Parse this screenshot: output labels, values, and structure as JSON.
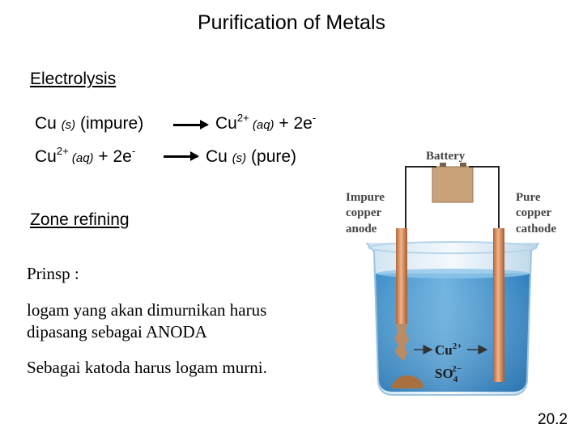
{
  "title": "Purification of Metals",
  "electrolysis": {
    "heading": "Electrolysis",
    "eq1": {
      "left_main": "Cu ",
      "left_state": "(s)",
      "left_note": " (impure)",
      "right_main": "Cu",
      "right_sup": "2+",
      "right_state": " (aq)",
      "right_tail": " + 2e",
      "right_tail_sup": "-"
    },
    "eq2": {
      "left_main": "Cu",
      "left_sup": "2+",
      "left_state": " (aq)",
      "left_tail": " + 2e",
      "left_tail_sup": "-",
      "right_main": "Cu ",
      "right_state": "(s)",
      "right_note": " (pure)"
    }
  },
  "zone": {
    "heading": "Zone refining",
    "prinsip": "Prinsp :",
    "line1": "logam yang akan dimurnikan harus",
    "line2": "dipasang  sebagai ANODA",
    "line3": "Sebagai katoda harus logam murni."
  },
  "diagram": {
    "battery": "Battery",
    "anode_l1": "Impure",
    "anode_l2": "copper",
    "anode_l3": "anode",
    "cathode_l1": "Pure",
    "cathode_l2": "copper",
    "cathode_l3": "cathode",
    "ion1": "Cu",
    "ion1_sup": "2+",
    "ion2": "SO",
    "ion2_sub": "4",
    "ion2_sup": "2−"
  },
  "page_number": "20.2"
}
